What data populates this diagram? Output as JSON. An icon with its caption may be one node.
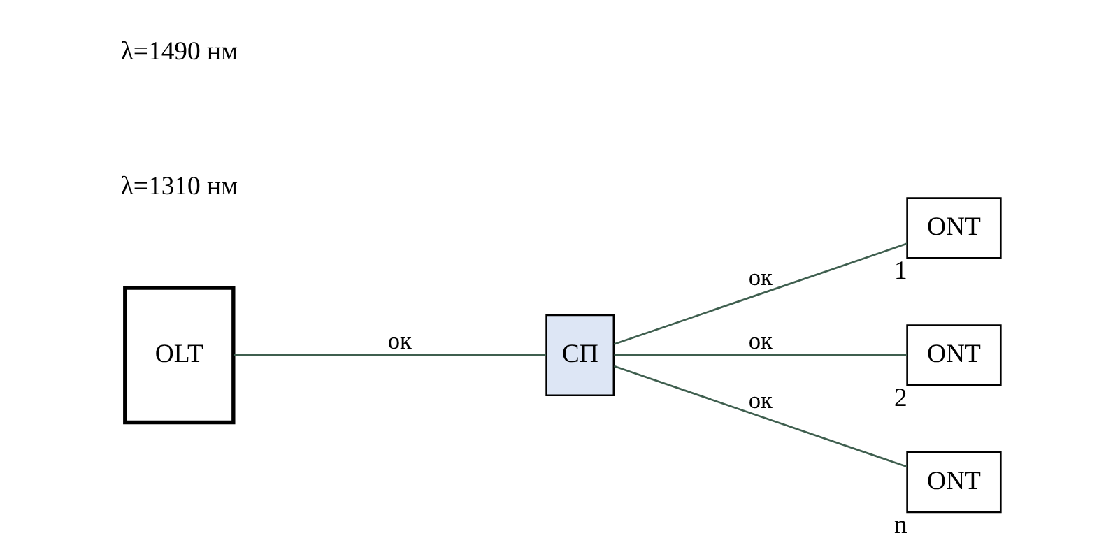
{
  "diagram": {
    "nodes": [
      {
        "text": [
          "OLT"
        ]
      },
      {
        "text": [
          "СП"
        ]
      },
      {
        "text": [
          "ONT"
        ],
        "beside": [
          "1"
        ]
      },
      {
        "text": [
          "ONT"
        ],
        "beside": [
          "2"
        ]
      },
      {
        "text": [
          "ONT"
        ],
        "beside": [
          "n"
        ]
      }
    ],
    "edges": [
      {
        "from": 0,
        "to": 1,
        "arrow": "none",
        "label": "ок"
      },
      {
        "from": 1,
        "to": 2,
        "arrow": "none",
        "label": "ок"
      },
      {
        "from": 1,
        "to": 3,
        "arrow": "none",
        "label": "ок"
      },
      {
        "from": 1,
        "to": 4,
        "arrow": "none",
        "label": "ок"
      }
    ],
    "labels": [
      "λ=1310 нм",
      "λ=1490 нм"
    ]
  }
}
